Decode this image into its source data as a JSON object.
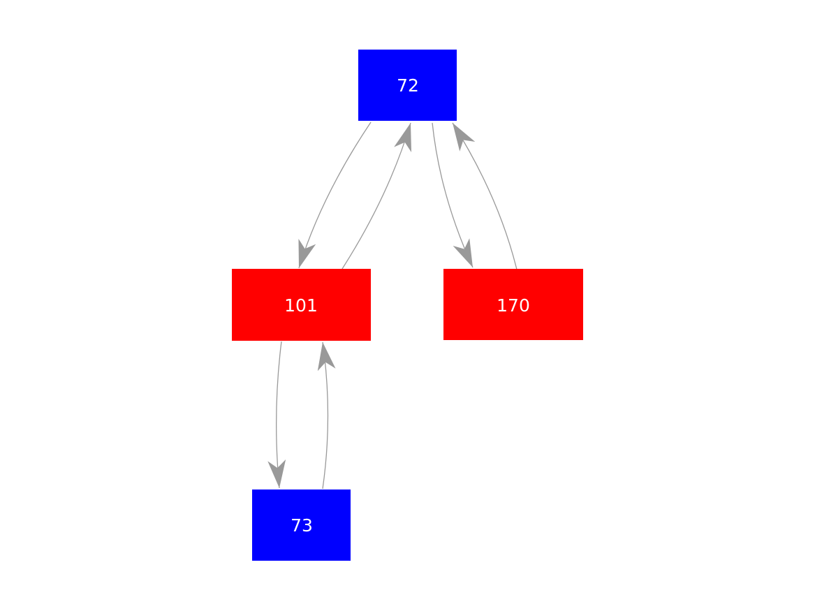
{
  "diagram": {
    "type": "directed-graph",
    "background_color": "#ffffff",
    "edge_color": "#999999",
    "arrowhead_color": "#999999",
    "node_text_color": "#ffffff",
    "nodes": [
      {
        "id": "72",
        "label": "72",
        "color": "#0000ff",
        "shape": "rectangle"
      },
      {
        "id": "101",
        "label": "101",
        "color": "#ff0000",
        "shape": "rectangle"
      },
      {
        "id": "170",
        "label": "170",
        "color": "#ff0000",
        "shape": "rectangle"
      },
      {
        "id": "73",
        "label": "73",
        "color": "#0000ff",
        "shape": "rectangle"
      }
    ],
    "edges": [
      {
        "from": "72",
        "to": "101",
        "directed": true
      },
      {
        "from": "101",
        "to": "72",
        "directed": true
      },
      {
        "from": "72",
        "to": "170",
        "directed": true
      },
      {
        "from": "170",
        "to": "72",
        "directed": true
      },
      {
        "from": "101",
        "to": "73",
        "directed": true
      },
      {
        "from": "73",
        "to": "101",
        "directed": true
      }
    ]
  }
}
